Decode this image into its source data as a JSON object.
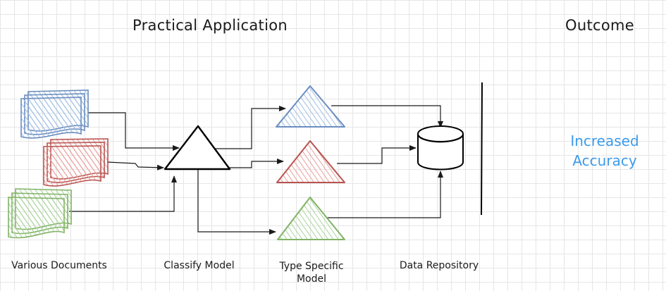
{
  "headings": {
    "practical_application": "Practical Application",
    "outcome": "Outcome"
  },
  "labels": {
    "various_documents": "Various Documents",
    "classify_model": "Classify Model",
    "type_specific_model": "Type Specific\nModel",
    "data_repository": "Data Repository"
  },
  "outcome_text": "Increased\nAccuracy",
  "colors": {
    "blue": "#6c8ebf",
    "blue_fill": "#dae8fc",
    "red": "#b85450",
    "red_fill": "#f8cecc",
    "green": "#82b366",
    "green_fill": "#d5e8d4",
    "accent_text": "#3c9bea"
  },
  "nodes": [
    {
      "id": "documents-blue",
      "type": "document-stack",
      "color": "blue"
    },
    {
      "id": "documents-red",
      "type": "document-stack",
      "color": "red"
    },
    {
      "id": "documents-green",
      "type": "document-stack",
      "color": "green"
    },
    {
      "id": "classify-model",
      "type": "triangle",
      "color": "black"
    },
    {
      "id": "type-model-blue",
      "type": "triangle",
      "color": "blue"
    },
    {
      "id": "type-model-red",
      "type": "triangle",
      "color": "red"
    },
    {
      "id": "type-model-green",
      "type": "triangle",
      "color": "green"
    },
    {
      "id": "data-repository",
      "type": "cylinder"
    }
  ],
  "edges": [
    {
      "from": "documents-blue",
      "to": "classify-model"
    },
    {
      "from": "documents-red",
      "to": "classify-model"
    },
    {
      "from": "documents-green",
      "to": "classify-model"
    },
    {
      "from": "classify-model",
      "to": "type-model-blue"
    },
    {
      "from": "classify-model",
      "to": "type-model-red"
    },
    {
      "from": "classify-model",
      "to": "type-model-green"
    },
    {
      "from": "type-model-blue",
      "to": "data-repository"
    },
    {
      "from": "type-model-red",
      "to": "data-repository"
    },
    {
      "from": "type-model-green",
      "to": "data-repository"
    }
  ]
}
